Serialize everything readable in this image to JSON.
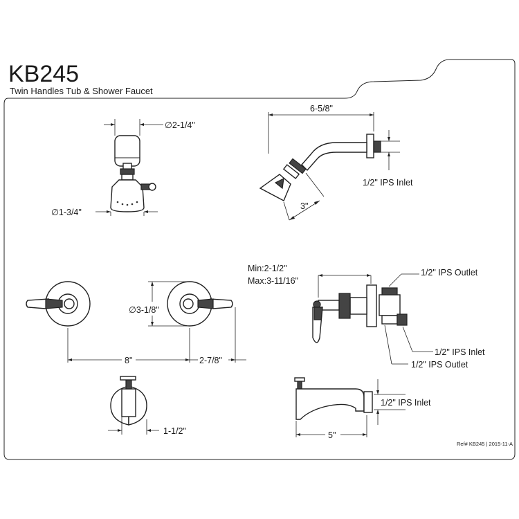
{
  "header": {
    "model": "KB245",
    "description": "Twin Handles Tub & Shower Faucet"
  },
  "dimensions": {
    "shower_flange_dia": "∅2-1/4\"",
    "shower_head_dia": "∅1-3/4\"",
    "arm_length": "6-5/8\"",
    "head_length": "3\"",
    "shower_inlet": "1/2\" IPS Inlet",
    "handle_dia": "∅3-1/8\"",
    "center_spread": "8\"",
    "handle_depth": "2-7/8\"",
    "valve_min": "Min:2-1/2\"",
    "valve_max": "Max:3-11/16\"",
    "valve_outlet_top": "1/2\" IPS Outlet",
    "valve_inlet": "1/2\" IPS Inlet",
    "valve_outlet_bottom": "1/2\" IPS Outlet",
    "diverter_depth": "1-1/2\"",
    "spout_length": "5\"",
    "spout_inlet": "1/2\" IPS Inlet"
  },
  "footer": {
    "reference": "Ref# KB245 | 2015-11-A"
  },
  "colors": {
    "line": "#222222",
    "background": "#ffffff"
  }
}
